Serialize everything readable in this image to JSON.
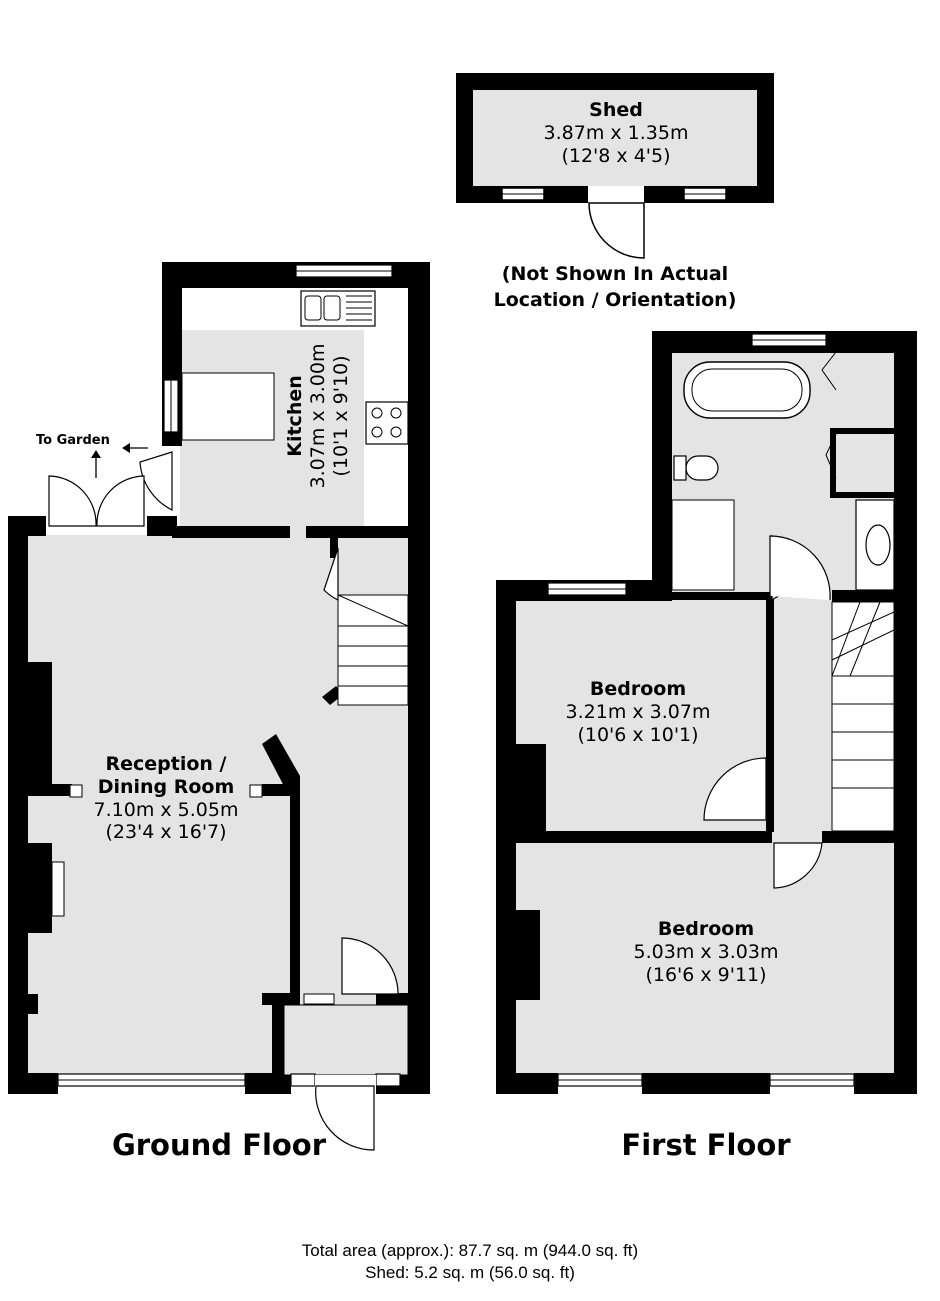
{
  "colors": {
    "wall": "#000000",
    "floor": "#e4e4e4",
    "fixture": "#ffffff"
  },
  "shed": {
    "name": "Shed",
    "metric": "3.87m x 1.35m",
    "imperial": "(12'8 x 4'5)",
    "note_line1": "(Not Shown In Actual",
    "note_line2": "Location / Orientation)"
  },
  "ground_floor": {
    "title": "Ground Floor",
    "to_garden": "To Garden",
    "kitchen": {
      "name": "Kitchen",
      "metric": "3.07m x 3.00m",
      "imperial": "(10'1 x 9'10)"
    },
    "reception": {
      "name_line1": "Reception /",
      "name_line2": "Dining Room",
      "metric": "7.10m x 5.05m",
      "imperial": "(23'4 x 16'7)"
    }
  },
  "first_floor": {
    "title": "First Floor",
    "bedroom_1": {
      "name": "Bedroom",
      "metric": "3.21m x 3.07m",
      "imperial": "(10'6 x 10'1)"
    },
    "bedroom_2": {
      "name": "Bedroom",
      "metric": "5.03m x 3.03m",
      "imperial": "(16'6 x 9'11)"
    }
  },
  "footer": {
    "total": "Total area (approx.): 87.7 sq. m (944.0 sq. ft)",
    "shed": "Shed: 5.2 sq. m (56.0 sq. ft)"
  }
}
